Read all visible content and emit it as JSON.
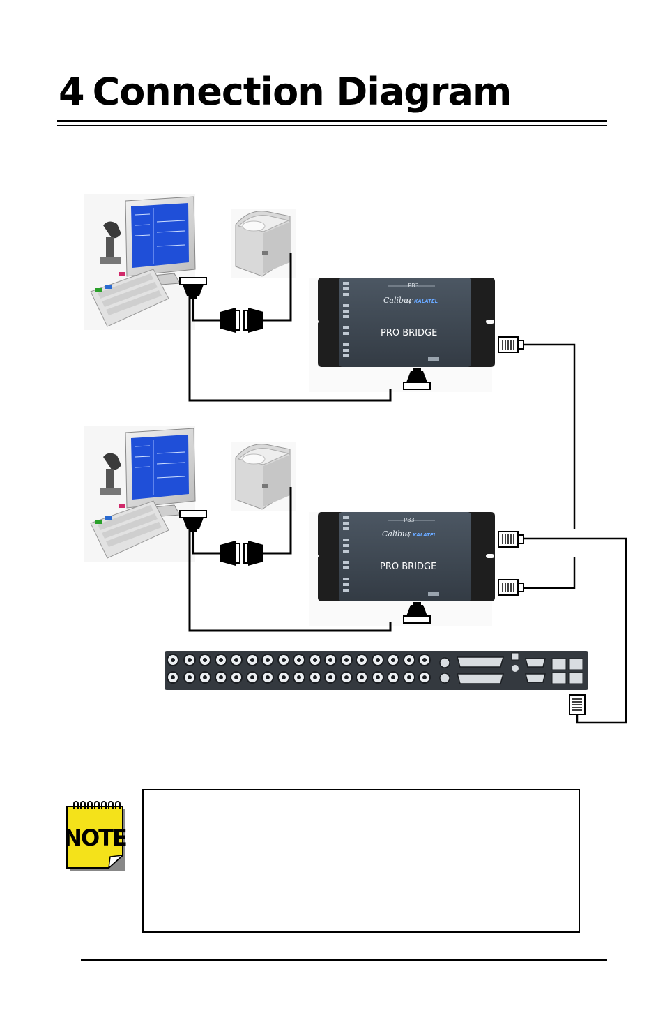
{
  "heading": {
    "number": "4",
    "title": "Connection Diagram"
  },
  "devices": {
    "probridge1": {
      "model": "PB3",
      "brand": "Calibur",
      "brand_by": "by",
      "maker": "KALATEL",
      "name": "PRO BRIDGE"
    },
    "probridge2": {
      "model": "PB3",
      "brand": "Calibur",
      "brand_by": "by",
      "maker": "KALATEL",
      "name": "PRO BRIDGE"
    }
  },
  "note": {
    "icon_label": "NOTE",
    "text": ""
  },
  "colors": {
    "bridge_body": "#3d4650",
    "ink": "#000000",
    "note_yellow": "#f4e21a",
    "screen_blue": "#1f4fd8"
  }
}
